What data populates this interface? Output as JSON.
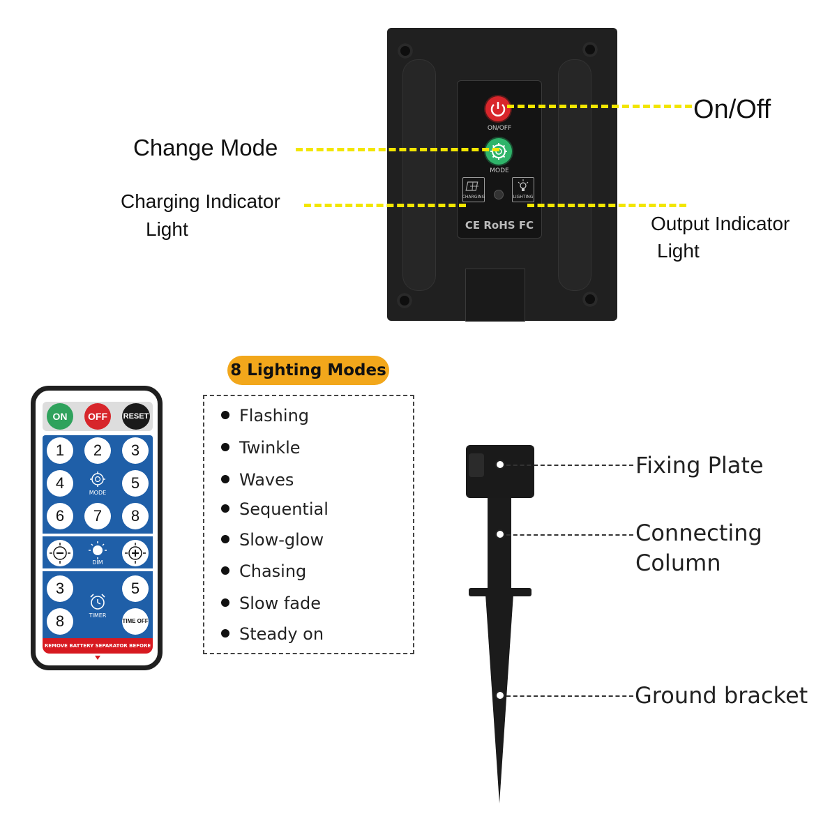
{
  "control_box": {
    "callouts": {
      "on_off": "On/Off",
      "change_mode": "Change Mode",
      "charging_line1": "Charging Indicator",
      "charging_line2": "Light",
      "output_line1": "Output Indicator",
      "output_line2": "Light"
    },
    "labels": {
      "on_off": "ON/OFF",
      "mode": "MODE",
      "charging": "CHARGING",
      "lighting": "LIGHTING",
      "certifications": "CE RoHS FC"
    }
  },
  "modes": {
    "badge": "8 Lighting Modes",
    "items": [
      "Flashing",
      "Twinkle",
      "Waves",
      "Sequential",
      "Slow-glow",
      "Chasing",
      "Slow fade",
      "Steady on"
    ]
  },
  "remote": {
    "on": "ON",
    "off": "OFF",
    "reset": "RESET",
    "num1": "1",
    "num2": "2",
    "num3": "3",
    "num4": "4",
    "num5": "5",
    "num6": "6",
    "num7": "7",
    "num8": "8",
    "mode_label": "MODE",
    "dim_label": "DIM",
    "timer_3": "3",
    "timer_5": "5",
    "timer_8": "8",
    "timer_label": "TIMER",
    "time_off": "TIME OFF",
    "footer": "REMOVE BATTERY SEPARATOR BEFORE USE"
  },
  "stake": {
    "fixing_plate": "Fixing Plate",
    "connecting_line1": "Connecting",
    "connecting_line2": "Column",
    "ground_bracket": "Ground bracket"
  }
}
